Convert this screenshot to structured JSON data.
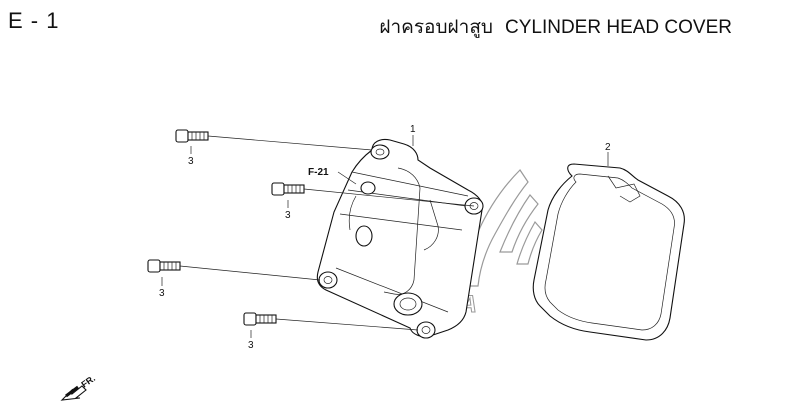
{
  "header": {
    "page_code": "E - 1",
    "title_thai": "ฝาครอบฝาสูบ",
    "title_en": "CYLINDER HEAD COVER"
  },
  "diagram": {
    "callouts": {
      "cover": "1",
      "gasket": "2",
      "bolt_a": "3",
      "bolt_b": "3",
      "bolt_c": "3",
      "bolt_d": "3"
    },
    "reference_label": "F-21",
    "direction_label": "FR.",
    "watermark_brand": "HONDA"
  }
}
